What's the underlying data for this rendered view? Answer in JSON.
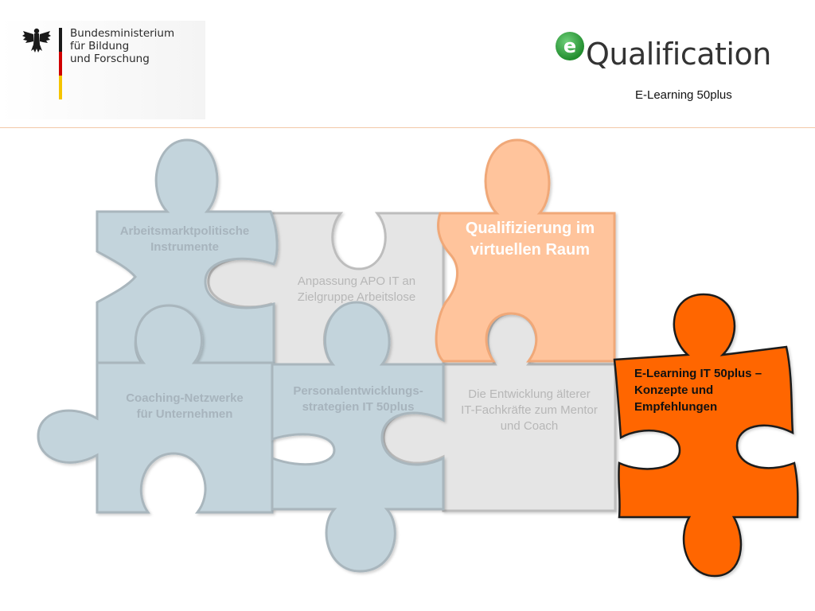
{
  "header": {
    "ministry_lines": [
      "Bundesministerium",
      "für Bildung",
      "und Forschung"
    ],
    "logo_wordmark": "Qualification",
    "logo_badge_letter": "e",
    "subtitle": "E-Learning 50plus"
  },
  "colors": {
    "blue_piece": "#c3d4dc",
    "grey_piece": "#e5e5e5",
    "peach_piece": "#ffc49c",
    "orange_piece": "#ff6600",
    "logo_green": "#2e9e3a",
    "flag": [
      "#1a1a1a",
      "#d00000",
      "#f5c400"
    ]
  },
  "pieces": {
    "arbeitsmarkt": [
      "Arbeitsmarktpolitische",
      "Instrumente"
    ],
    "anpassung": [
      "Anpassung APO IT an",
      "Zielgruppe Arbeitslose"
    ],
    "qualifizierung": [
      "Qualifizierung im",
      "virtuellen Raum"
    ],
    "coaching": [
      "Coaching-Netzwerke",
      "für Unternehmen"
    ],
    "personal": [
      "Personalentwicklungs-",
      "strategien IT 50plus"
    ],
    "entwicklung": [
      "Die Entwicklung älterer",
      "IT-Fachkräfte zum Mentor",
      "und Coach"
    ],
    "elearning": [
      "E-Learning IT 50plus –",
      "Konzepte und",
      "Empfehlungen"
    ]
  },
  "icons": {
    "eagle": "federal-eagle-icon"
  }
}
